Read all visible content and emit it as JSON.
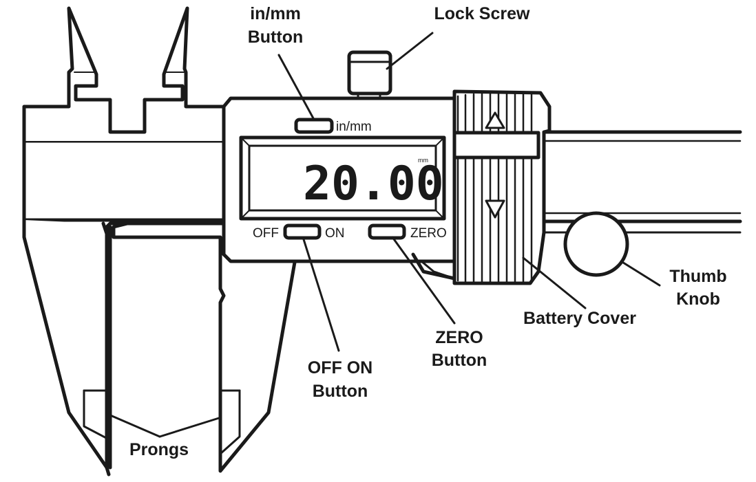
{
  "display": {
    "reading": "20.00",
    "unit": "mm"
  },
  "panel_labels": {
    "in_mm": "in/mm",
    "off": "OFF",
    "on": "ON",
    "zero": "ZERO"
  },
  "callouts": {
    "in_mm_button": [
      "in/mm",
      "Button"
    ],
    "lock_screw": "Lock Screw",
    "thumb_knob": [
      "Thumb",
      "Knob"
    ],
    "battery_cover": "Battery Cover",
    "zero_button": [
      "ZERO",
      "Button"
    ],
    "off_on_button": [
      "OFF ON",
      "Button"
    ],
    "prongs": "Prongs"
  },
  "colors": {
    "ink": "#1a1a1a",
    "background": "#ffffff"
  }
}
